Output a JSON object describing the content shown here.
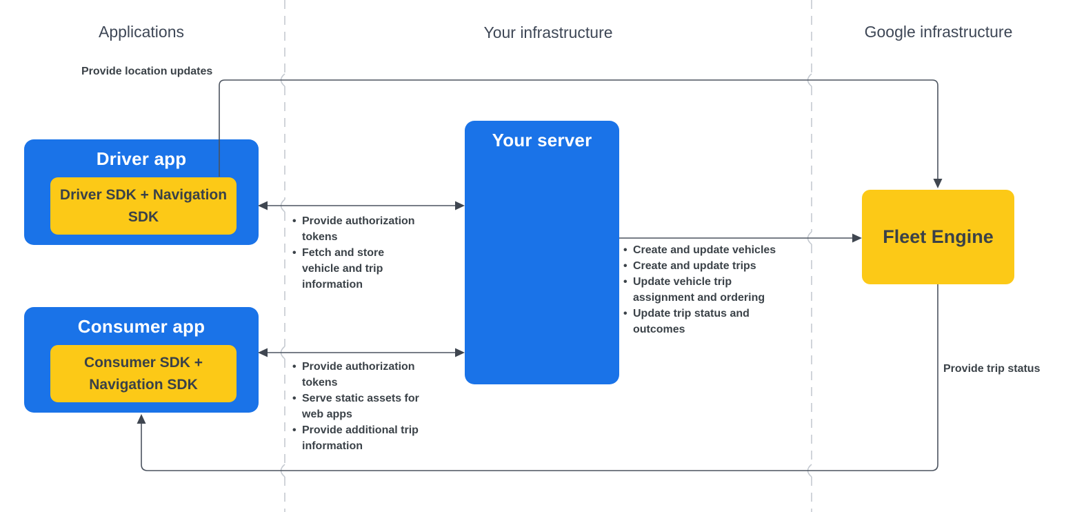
{
  "columns": {
    "applications": "Applications",
    "your_infrastructure": "Your infrastructure",
    "google_infrastructure": "Google infrastructure"
  },
  "nodes": {
    "driver_app": {
      "title": "Driver app",
      "sdk": "Driver SDK + Navigation SDK"
    },
    "consumer_app": {
      "title": "Consumer app",
      "sdk": "Consumer SDK + Navigation SDK"
    },
    "your_server": {
      "title": "Your server"
    },
    "fleet_engine": {
      "title": "Fleet Engine"
    }
  },
  "edges": {
    "provide_location_updates": {
      "label": "Provide location updates"
    },
    "provide_trip_status": {
      "label": "Provide trip status"
    },
    "driver_your_server": {
      "bullets": [
        "Provide authorization tokens",
        "Fetch and store vehicle and trip information"
      ]
    },
    "consumer_your_server": {
      "bullets": [
        "Provide authorization tokens",
        "Serve static assets for web apps",
        "Provide additional trip information"
      ]
    },
    "your_server_fleet_engine": {
      "bullets": [
        "Create and update vehicles",
        "Create and update trips",
        "Update vehicle trip assignment and ordering",
        "Update trip status and outcomes"
      ]
    }
  },
  "colors": {
    "box_blue": "#1A73E8",
    "box_yellow": "#FCC917",
    "title_on_blue": "#FFFFFF",
    "text_dark": "#3B4248",
    "header_gray": "#3E4756",
    "connector": "#4A525E",
    "arrowhead": "#3F4650",
    "divider_dashed": "#C4C9D0"
  }
}
